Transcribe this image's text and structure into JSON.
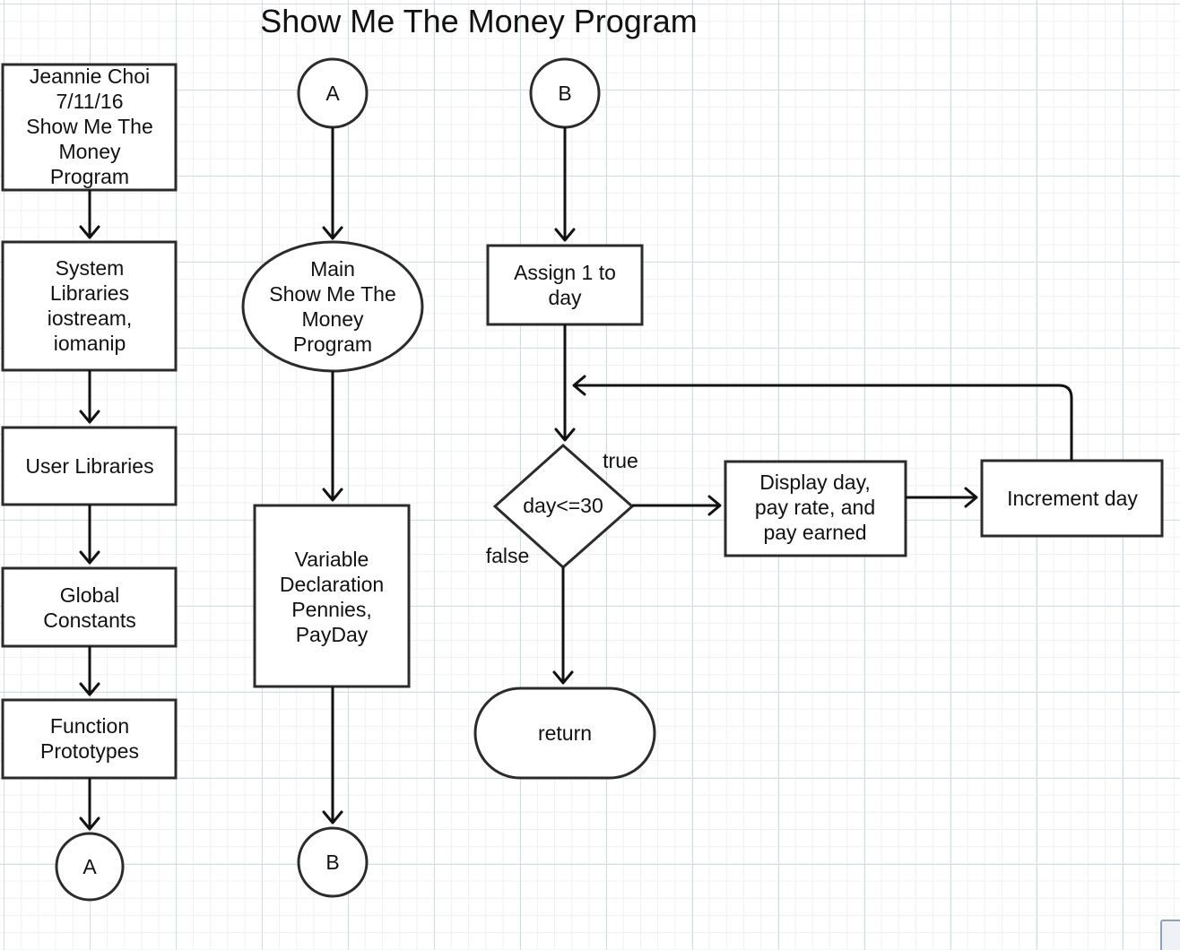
{
  "title": "Show Me The Money Program",
  "nodes": {
    "header_box": [
      "Jeannie Choi",
      "7/11/16",
      "Show Me The",
      "Money",
      "Program"
    ],
    "system_libraries": [
      "System",
      "Libraries",
      "iostream,",
      "iomanip"
    ],
    "user_libraries": [
      "User Libraries"
    ],
    "global_constants": [
      "Global",
      "Constants"
    ],
    "function_prototypes": [
      "Function",
      "Prototypes"
    ],
    "connector_a_left": [
      "A"
    ],
    "connector_a_top": [
      "A"
    ],
    "main_terminal": [
      "Main",
      "Show Me The",
      "Money",
      "Program"
    ],
    "variable_declaration": [
      "Variable",
      "Declaration",
      "Pennies,",
      "PayDay"
    ],
    "connector_b_bottom": [
      "B"
    ],
    "connector_b_top": [
      "B"
    ],
    "assign_day": [
      "Assign 1 to",
      "day"
    ],
    "decision": [
      "day<=30"
    ],
    "display_box": [
      "Display day,",
      "pay rate, and",
      "pay earned"
    ],
    "increment_box": [
      "Increment day"
    ],
    "return_terminal": [
      "return"
    ]
  },
  "edge_labels": {
    "true": "true",
    "false": "false"
  },
  "colors": {
    "grid_major": "#d4dbe6",
    "grid_minor": "#eef1f6",
    "stroke": "#2b2b2b",
    "background": "#ffffff"
  }
}
